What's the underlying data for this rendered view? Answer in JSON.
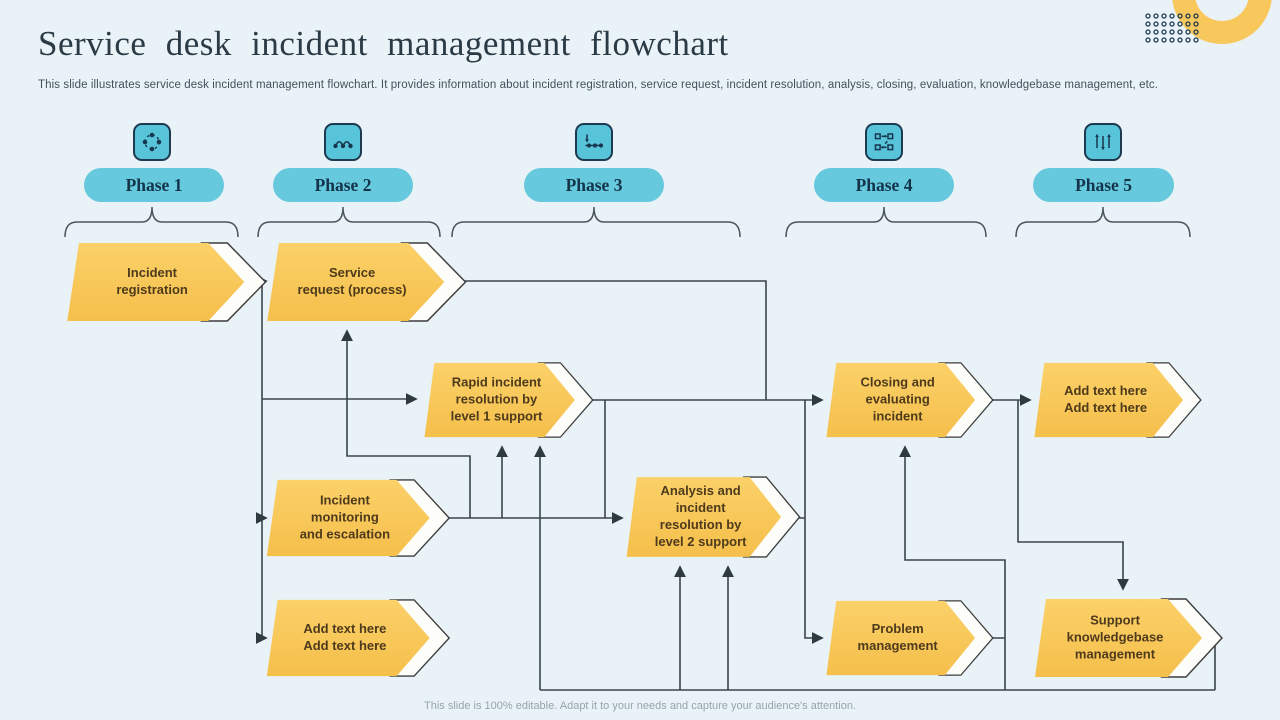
{
  "slide": {
    "title": "Service desk incident management flowchart",
    "subtitle": "This slide illustrates service desk incident management flowchart. It provides information about incident registration, service request, incident resolution, analysis, closing, evaluation, knowledgebase management, etc.",
    "footer": "This slide is 100% editable. Adapt it to your needs and capture your audience's attention."
  },
  "colors": {
    "background": "#e9f2f7",
    "accent_cyan": "#66c9dd",
    "accent_yellow": "#f8c85c",
    "connector_line": "#3a444c",
    "phase_text": "#13344a",
    "node_text": "#4e3a1c"
  },
  "phases": [
    {
      "label": "Phase 1",
      "icon": "cycle-dots-icon"
    },
    {
      "label": "Phase 2",
      "icon": "step-hops-icon"
    },
    {
      "label": "Phase 3",
      "icon": "timeline-arrow-icon"
    },
    {
      "label": "Phase 4",
      "icon": "swap-boxes-icon"
    },
    {
      "label": "Phase 5",
      "icon": "shuffle-arrows-icon"
    }
  ],
  "nodes": [
    {
      "id": "incident-registration",
      "label": "Incident\nregistration"
    },
    {
      "id": "service-request",
      "label": "Service\nrequest (process)"
    },
    {
      "id": "rapid-incident-resolution",
      "label": "Rapid incident\nresolution by\nlevel 1 support"
    },
    {
      "id": "incident-monitoring",
      "label": "Incident\nmonitoring\nand escalation"
    },
    {
      "id": "add-text-left",
      "label": "Add text here\nAdd text here"
    },
    {
      "id": "analysis-incident-resolution",
      "label": "Analysis and\nincident\nresolution by\nlevel 2 support"
    },
    {
      "id": "closing-evaluating",
      "label": "Closing and\nevaluating\nincident"
    },
    {
      "id": "add-text-right",
      "label": "Add text here\nAdd text here"
    },
    {
      "id": "problem-management",
      "label": "Problem\nmanagement"
    },
    {
      "id": "support-knowledgebase",
      "label": "Support\nknowledgebase\nmanagement"
    }
  ]
}
